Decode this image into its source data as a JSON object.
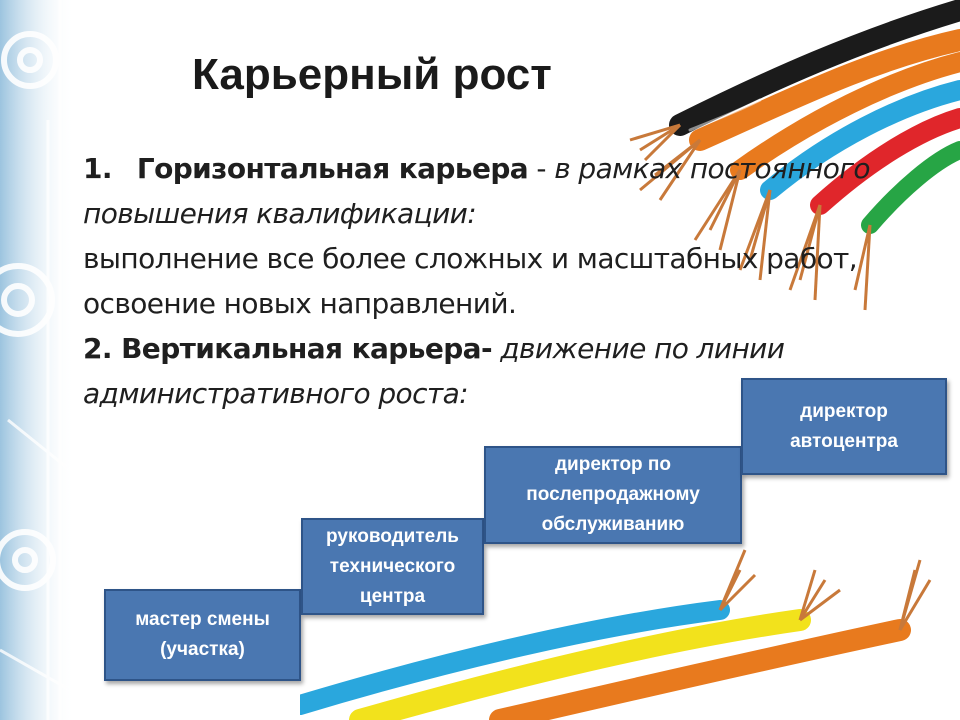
{
  "title": "Карьерный рост",
  "body": {
    "item1_number": "1.",
    "item1_bold": "Горизонтальная карьера",
    "item1_dash": " - ",
    "item1_italic_a": "в рамках постоянного",
    "item1_italic_b": "повышения квалификации:",
    "item1_line3": "выполнение все более сложных и масштабных работ,",
    "item1_line4": "освоение новых направлений.",
    "item2_bold": "2. Вертикальная карьера-",
    "item2_italic_a": " движение по линии",
    "item2_italic_b": "административного роста:"
  },
  "steps": [
    {
      "label": "мастер смены\n(участка)"
    },
    {
      "label": "руководитель\nтехнического\nцентра"
    },
    {
      "label": "директор по\nпослепродажному\nобслуживанию"
    },
    {
      "label": "директор\nавтоцентра"
    }
  ],
  "colors": {
    "step_fill": "#4a77b1",
    "step_border": "#2e5488",
    "wire_orange": "#e87a1e",
    "wire_black": "#1b1b1b",
    "wire_blue": "#2aa7dd",
    "wire_red": "#e0262b",
    "wire_green": "#27a545",
    "wire_yellow": "#f2e21c",
    "copper": "#c8793a",
    "deco_blue": "#a9cde4"
  },
  "icons": [
    "gear-icon",
    "wire-illustration"
  ]
}
